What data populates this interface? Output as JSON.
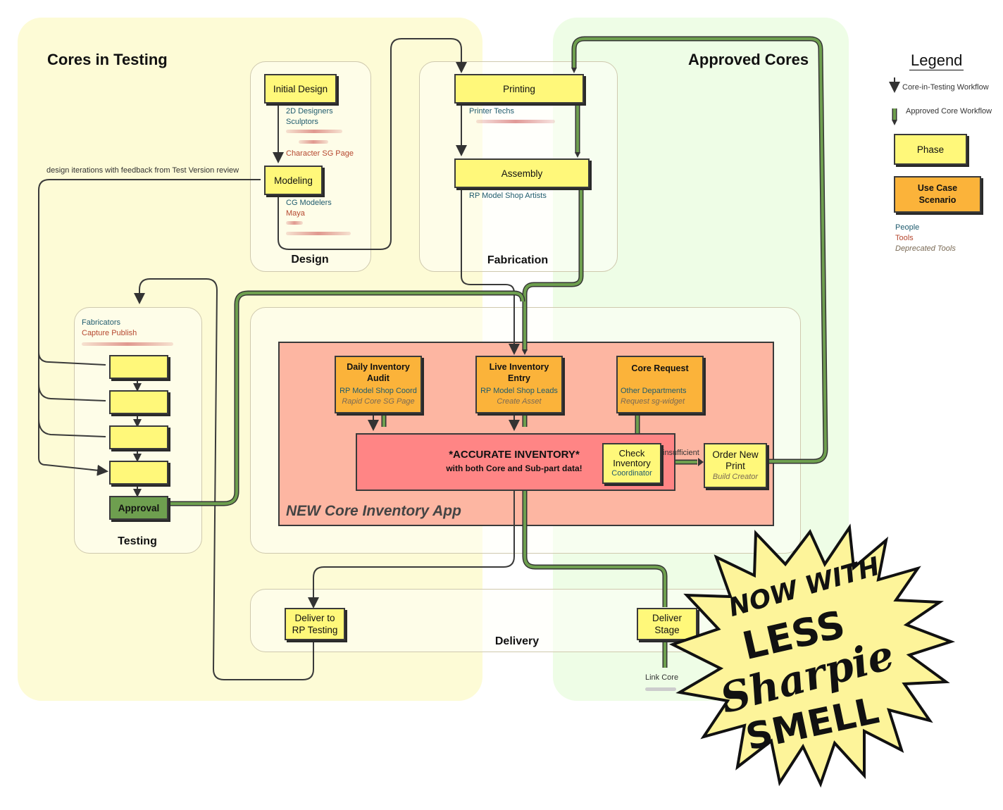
{
  "regions": {
    "testing_title": "Cores in Testing",
    "approved_title": "Approved Cores"
  },
  "groups": {
    "design": "Design",
    "fabrication": "Fabrication",
    "testing": "Testing",
    "delivery": "Delivery"
  },
  "design": {
    "initial_design": {
      "label": "Initial Design",
      "people": [
        "2D Designers",
        "Sculptors"
      ],
      "tools": [
        "Character SG Page"
      ]
    },
    "modeling": {
      "label": "Modeling",
      "people": [
        "CG Modelers"
      ],
      "tools": [
        "Maya"
      ]
    },
    "iteration_note": "design iterations with feedback from Test Version review"
  },
  "fabrication": {
    "printing": {
      "label": "Printing",
      "people": [
        "Printer Techs"
      ]
    },
    "assembly": {
      "label": "Assembly",
      "people": [
        "RP Model Shop Artists"
      ]
    }
  },
  "testing": {
    "people": [
      "Fabricators"
    ],
    "tools": [
      "Capture Publish"
    ],
    "approval": "Approval"
  },
  "app": {
    "title": "NEW Core Inventory App",
    "usecases": [
      {
        "title": "Daily Inventory Audit",
        "people": "RP Model Shop Coord",
        "deprecated": "Rapid Core SG Page"
      },
      {
        "title": "Live Inventory Entry",
        "people": "RP Model Shop Leads",
        "deprecated": "Create Asset"
      },
      {
        "title": "Core Request",
        "people": "Other Departments",
        "deprecated": "Request sg-widget"
      }
    ],
    "inventory_title": "*ACCURATE INVENTORY*",
    "inventory_sub": "with both Core and Sub-part data!",
    "check": {
      "line1": "Check",
      "line2": "Inventory",
      "people": "Coordinator"
    },
    "insufficient": "insufficient",
    "order": {
      "line1": "Order New",
      "line2": "Print",
      "deprecated": "Build Creator"
    }
  },
  "delivery": {
    "rp_testing": {
      "line1": "Deliver to",
      "line2": "RP Testing"
    },
    "stage": {
      "line1": "Deliver",
      "line2": "Stage"
    },
    "link_core": "Link Core"
  },
  "legend": {
    "title": "Legend",
    "core_in_testing": "Core-in-Testing Workflow",
    "approved_core": "Approved Core Workflow",
    "phase": "Phase",
    "use_case": "Use Case Scenario",
    "people": "People",
    "tools": "Tools",
    "deprecated": "Deprecated Tools"
  },
  "sticker": {
    "line1": "NOW WITH",
    "line2": "LESS",
    "line3": "Sharpie",
    "line4": "SMELL"
  },
  "colors": {
    "testing_bg": "#fdfbd6",
    "approved_bg": "#eefde6",
    "phase": "#fff87a",
    "use_case": "#fbb33a",
    "app_bg": "#fdb6a2",
    "inventory": "#ff8585",
    "approval": "#6e9f4f",
    "green_flow": "#6e9f4f",
    "dark_flow": "#3a3a3a"
  }
}
